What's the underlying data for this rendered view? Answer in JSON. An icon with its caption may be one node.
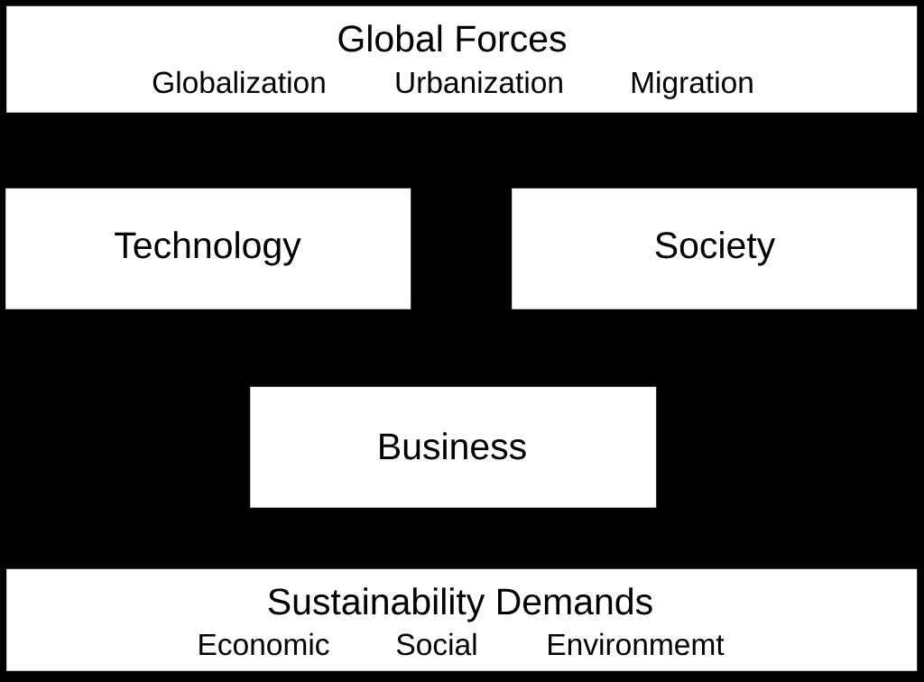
{
  "diagram": {
    "nodes": [
      {
        "text": [
          "Global Forces",
          "Globalization",
          "Urbanization",
          "Migration"
        ]
      },
      {
        "text": [
          "Technology"
        ]
      },
      {
        "text": [
          "Society"
        ]
      },
      {
        "text": [
          "Business"
        ]
      },
      {
        "text": [
          "Sustainability Demands",
          "Economic",
          "Social",
          "Environmemt"
        ]
      }
    ]
  }
}
